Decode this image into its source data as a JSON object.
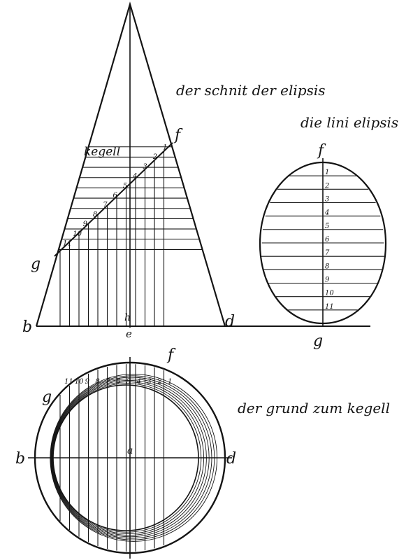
{
  "labels": {
    "section_title": "der schnit der elipsis",
    "ellipse_title": "die lini elipsis",
    "cone_label": "kegell",
    "base_title": "der grund zum kegell"
  },
  "letters": {
    "cone_left": "b",
    "cone_right": "d",
    "cone_base_mid": "e",
    "cone_axis": "h",
    "section_top": "f",
    "section_bottom": "g",
    "ellipse_top": "f",
    "ellipse_bottom": "g",
    "base_left": "b",
    "base_right": "d",
    "base_center": "a",
    "base_top": "f",
    "base_left_top": "g"
  },
  "cone_section_numbers": [
    "1",
    "2",
    "3",
    "4",
    "5",
    "6",
    "7",
    "8",
    "9",
    "10",
    "11"
  ],
  "ellipse_numbers": [
    "1",
    "2",
    "3",
    "4",
    "5",
    "6",
    "7",
    "8",
    "9",
    "10",
    "11"
  ],
  "base_numbers": [
    "11",
    "10",
    "9",
    "8",
    "7",
    "6",
    "5",
    "4",
    "3",
    "2",
    "1"
  ],
  "colors": {
    "ink": "#141414",
    "paper": "#ffffff"
  }
}
